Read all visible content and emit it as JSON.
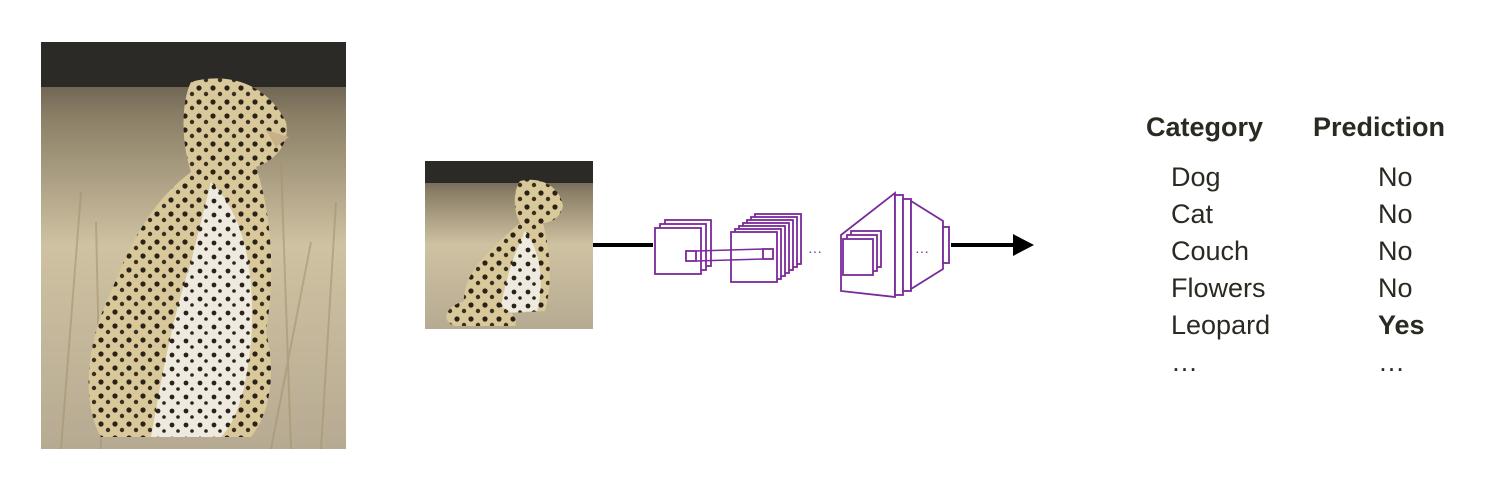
{
  "table": {
    "headers": {
      "category": "Category",
      "prediction": "Prediction"
    },
    "rows": [
      {
        "category": "Dog",
        "prediction": "No",
        "highlight": false
      },
      {
        "category": "Cat",
        "prediction": "No",
        "highlight": false
      },
      {
        "category": "Couch",
        "prediction": "No",
        "highlight": false
      },
      {
        "category": "Flowers",
        "prediction": "No",
        "highlight": false
      },
      {
        "category": "Leopard",
        "prediction": "Yes",
        "highlight": true
      },
      {
        "category": "…",
        "prediction": "…",
        "highlight": false
      }
    ]
  },
  "pipeline": {
    "ellipsis_1": "···",
    "ellipsis_2": "···"
  },
  "colors": {
    "network": "#7a2a9a",
    "arrow": "#000000",
    "text": "#2a2a22"
  }
}
